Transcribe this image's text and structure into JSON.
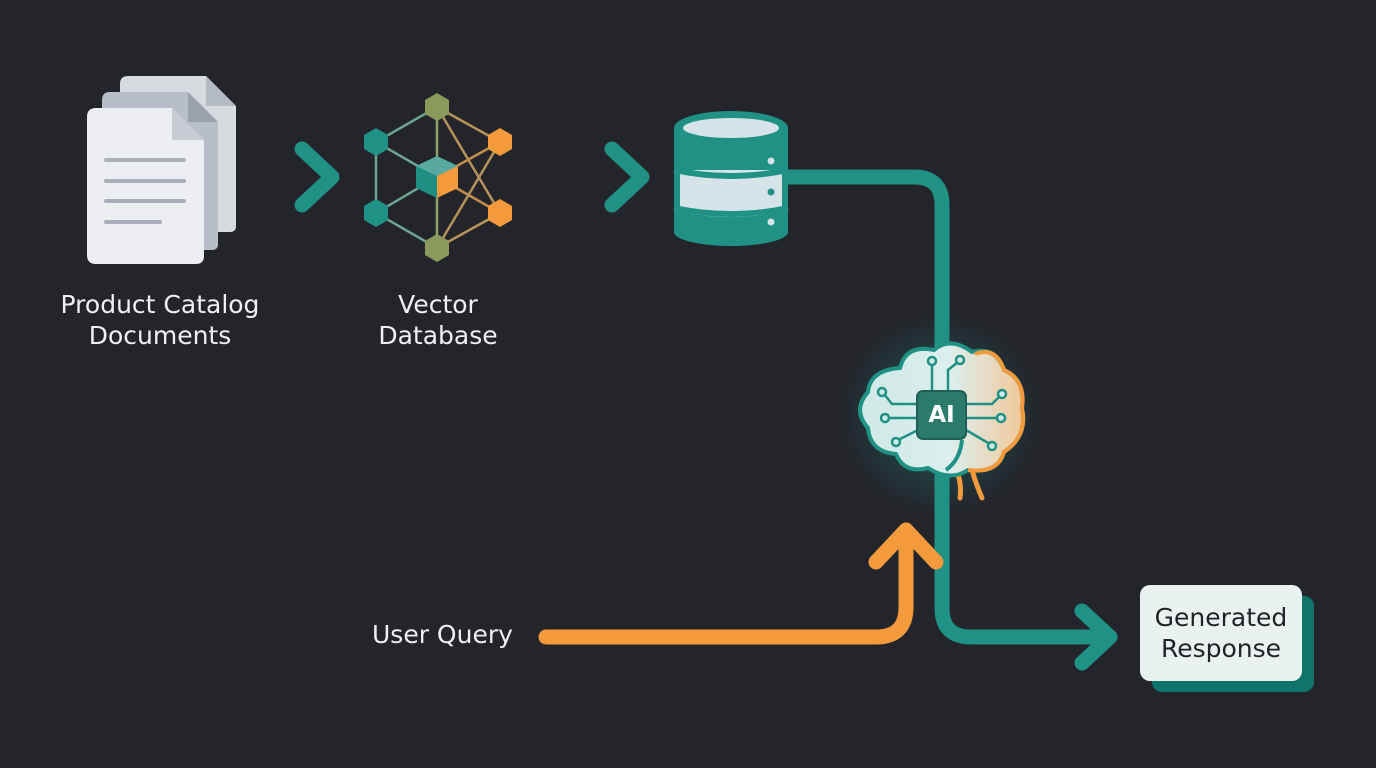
{
  "labels": {
    "documents_line1": "Product Catalog",
    "documents_line2": "Documents",
    "vector_line1": "Vector",
    "vector_line2": "Database",
    "user_query": "User Query",
    "response_line1": "Generated",
    "response_line2": "Response",
    "ai_badge": "AI"
  },
  "icons": {
    "documents": "document-stack-icon",
    "vector": "hexagon-network-icon",
    "database": "database-cylinder-icon",
    "brain": "ai-brain-icon"
  },
  "colors": {
    "background": "#23252b",
    "teal": "#1f9185",
    "orange": "#f39a3c",
    "text": "#eef0f2",
    "card": "#eaf2f0",
    "card_shadow": "#0f756c"
  }
}
